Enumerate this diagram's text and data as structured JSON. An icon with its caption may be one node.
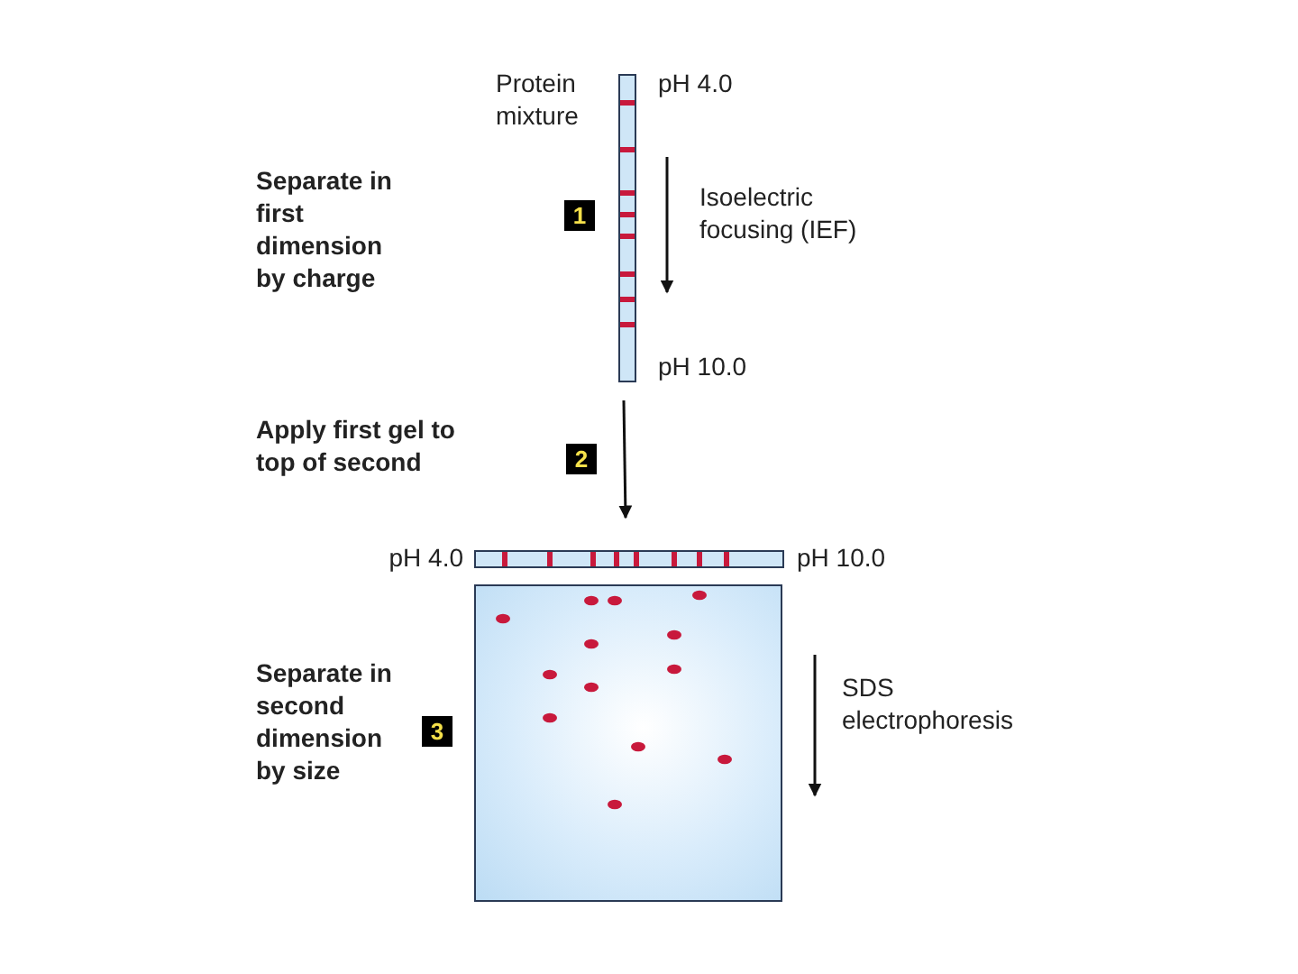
{
  "diagram": {
    "nodes": [
      {
        "text": [],
        "shape": "bar"
      },
      {
        "text": [],
        "shape": "bar"
      },
      {
        "text": [],
        "shape": "box"
      }
    ],
    "edges": [
      {
        "from": 0,
        "to": 1,
        "arrow": "to"
      }
    ],
    "labels": [
      "Protein mixture",
      "pH 4.0",
      "Separate in first dimension by charge",
      "1",
      "Isoelectric focusing (IEF)",
      "pH 10.0",
      "Apply first gel to top of second",
      "2",
      "pH 4.0",
      "pH 10.0",
      "Separate in second dimension by size",
      "3",
      "SDS electrophoresis"
    ]
  }
}
